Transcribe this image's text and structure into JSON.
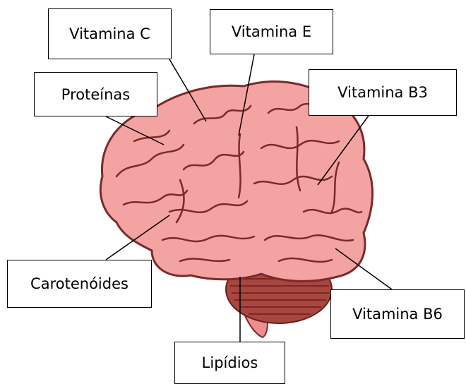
{
  "labels": {
    "vitamina_c": "Vitamina C",
    "vitamina_e": "Vitamina E",
    "proteinas": "Proteínas",
    "vitamina_b3": "Vitamina B3",
    "carotenoides": "Carotenóides",
    "vitamina_b6": "Vitamina B6",
    "lipidios": "Lipídios"
  },
  "colors": {
    "brain_fill": "#f4a3a3",
    "brain_outline": "#7a2a2a",
    "cerebellum_fill": "#a8463f",
    "stem_fill": "#ee8f8f",
    "line": "#000000"
  },
  "icons": {
    "image": "brain-illustration"
  }
}
